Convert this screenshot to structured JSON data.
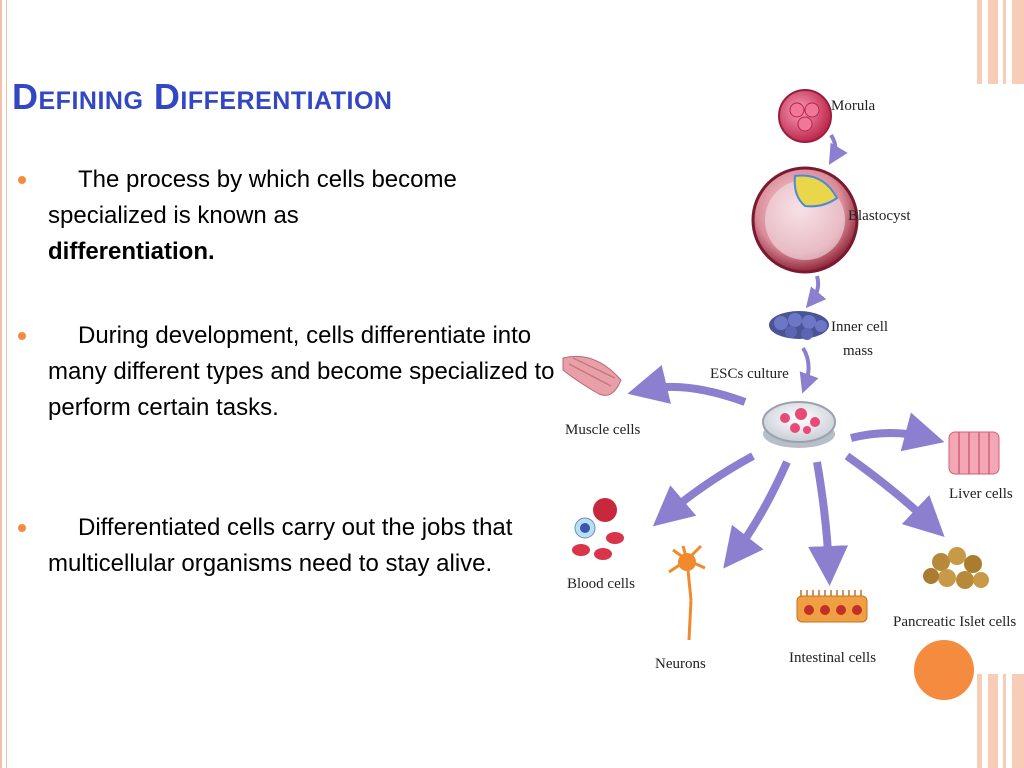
{
  "slide": {
    "title": "Defining Differentiation",
    "bullets": [
      {
        "text": "The process by which cells become specialized is known as",
        "bold": "differentiation."
      },
      {
        "text": "During development, cells differentiate into many different types and become specialized to perform certain tasks."
      },
      {
        "text": "Differentiated cells carry out the jobs that multicellular organisms need to stay alive."
      }
    ]
  },
  "diagram": {
    "labels": {
      "morula": "Morula",
      "blastocyst": "Blastocyst",
      "inner_cell_mass_1": "Inner cell",
      "inner_cell_mass_2": "mass",
      "escs_culture": "ESCs culture",
      "muscle": "Muscle cells",
      "liver": "Liver cells",
      "blood": "Blood cells",
      "neurons": "Neurons",
      "intestinal": "Intestinal cells",
      "pancreatic": "Pancreatic Islet cells"
    }
  },
  "colors": {
    "title": "#3347c4",
    "bullet_dot": "#f58b3f",
    "arrow": "#8c7fcf",
    "accent_stripe": "#f8cdb7"
  }
}
